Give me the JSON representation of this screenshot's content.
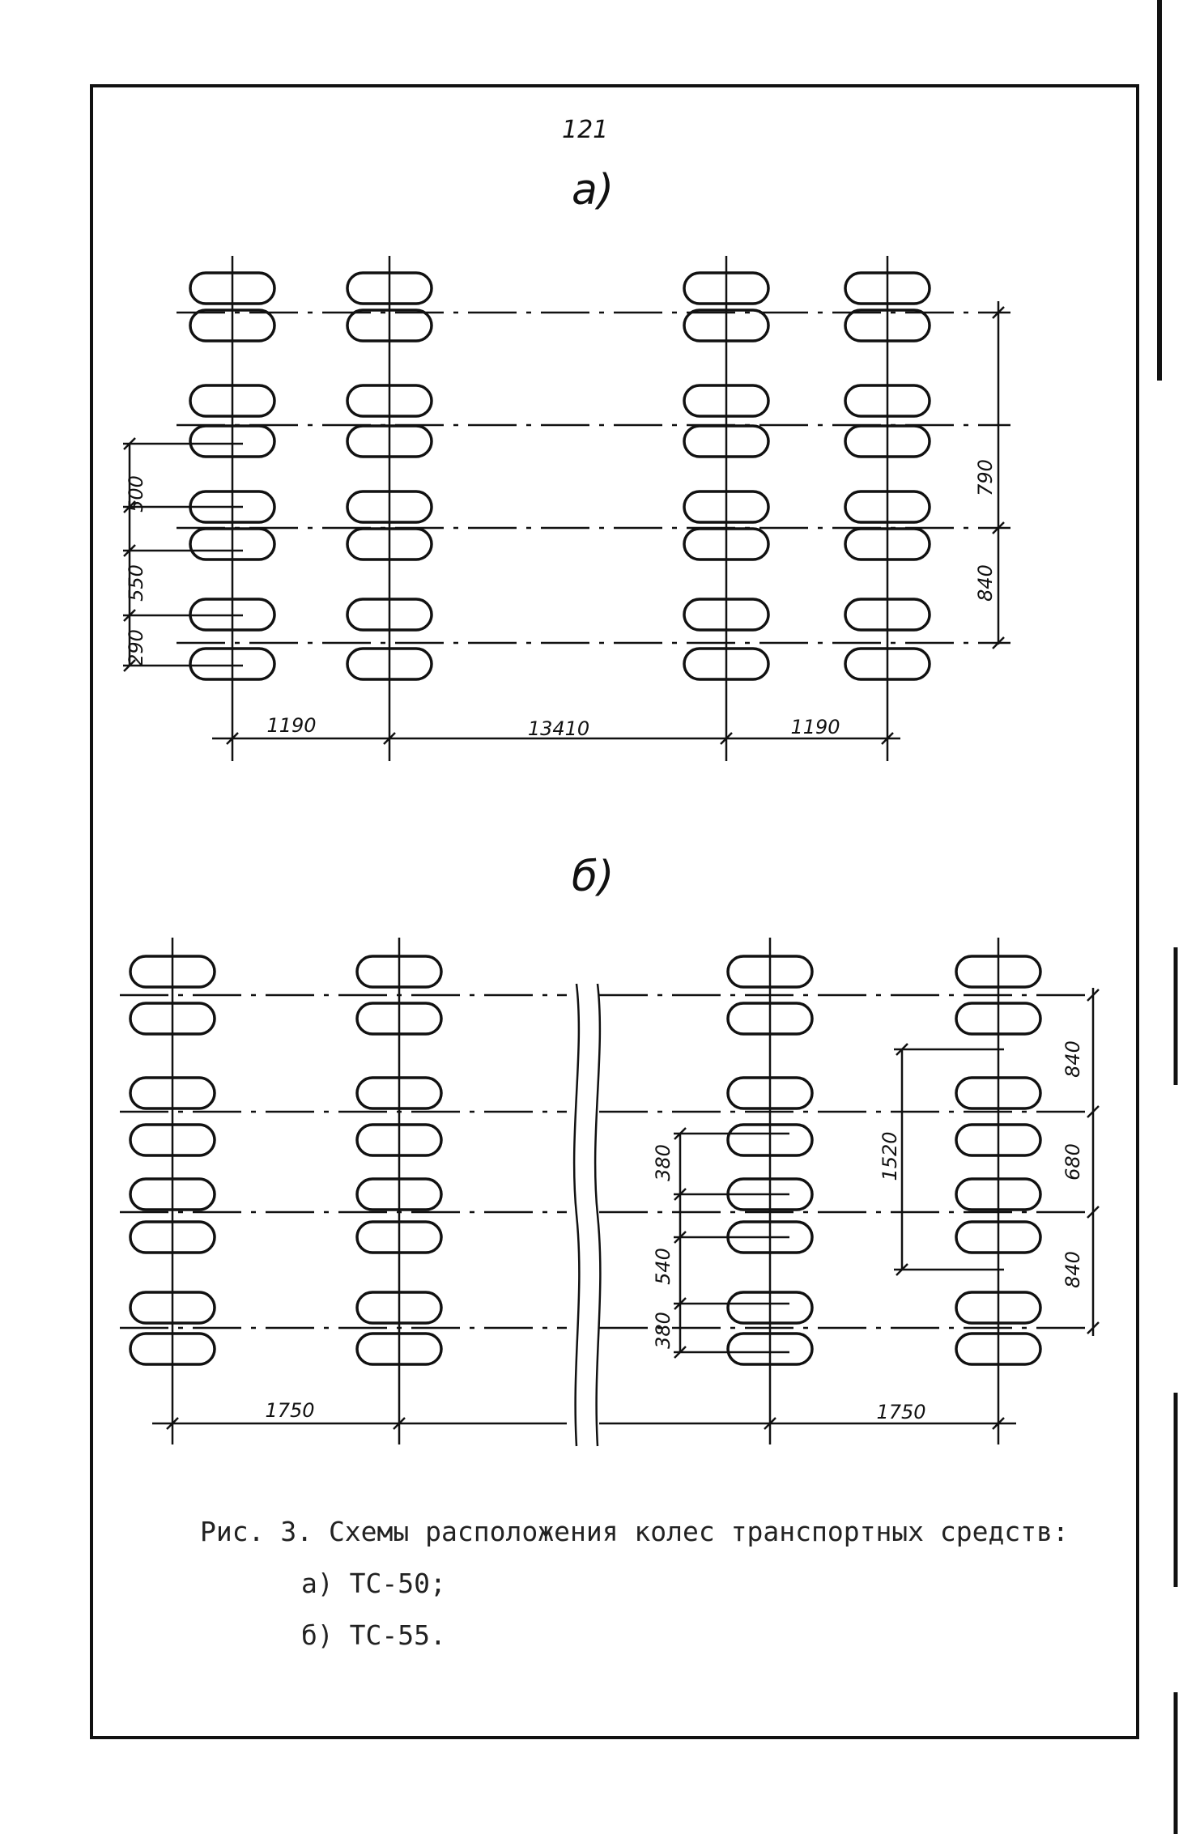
{
  "page_number": "121",
  "diagram_a": {
    "label": "а)",
    "dimensions": {
      "left_wheel_spacing": "500",
      "left_wheel_spacing_2": "550",
      "left_wheel_spacing_3": "290",
      "axle_spacing_1": "790",
      "axle_spacing_2": "840",
      "bottom_1": "1190",
      "bottom_2": "13410",
      "bottom_3": "1190"
    }
  },
  "diagram_b": {
    "label": "б)",
    "dimensions": {
      "inner_1": "380",
      "inner_2": "540",
      "inner_3": "380",
      "span": "1520",
      "axle_1": "840",
      "axle_2": "680",
      "axle_3": "840",
      "bottom_1": "1750",
      "bottom_2": "1750"
    }
  },
  "caption": {
    "line1": "Рис. 3. Схемы расположения колес транспортных средств:",
    "line2": "а) ТС-50;",
    "line3": "б) ТС-55."
  }
}
